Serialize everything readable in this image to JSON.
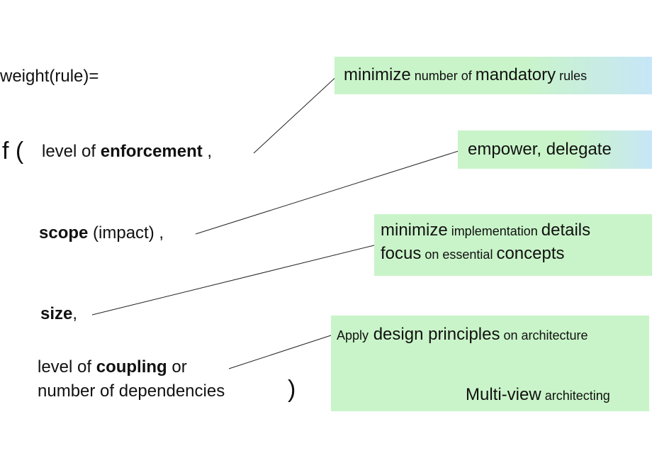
{
  "formula": {
    "lhs": "weight(rule)=",
    "func": "f (",
    "close_paren": ")"
  },
  "factors": [
    {
      "pre": "level of ",
      "bold": "enforcement",
      "post": " ,"
    },
    {
      "pre": "",
      "bold": "scope",
      "post": " (impact) ,"
    },
    {
      "pre": "",
      "bold": "size",
      "post": ","
    },
    {
      "pre": "level of ",
      "bold": "coupling",
      "post": "  or",
      "line2": "number of dependencies"
    }
  ],
  "notes": {
    "n1": {
      "a": "minimize",
      "b": " number of ",
      "c": "mandatory",
      "d": " rules"
    },
    "n2": {
      "a": "empower, delegate"
    },
    "n3": {
      "l1": {
        "a": "minimize",
        "b": " implementation ",
        "c": "details"
      },
      "l2": {
        "a": "focus",
        "b": " on essential ",
        "c": "concepts"
      }
    },
    "n4": {
      "l1": {
        "a": "Apply",
        "b": " design principles",
        "c": " on architecture"
      },
      "l2": {
        "a": "Multi-view",
        "b": " architecting"
      }
    }
  },
  "colors": {
    "box_green": "#c9f4c9",
    "box_blue": "#c7e6f7",
    "line": "#222222"
  }
}
